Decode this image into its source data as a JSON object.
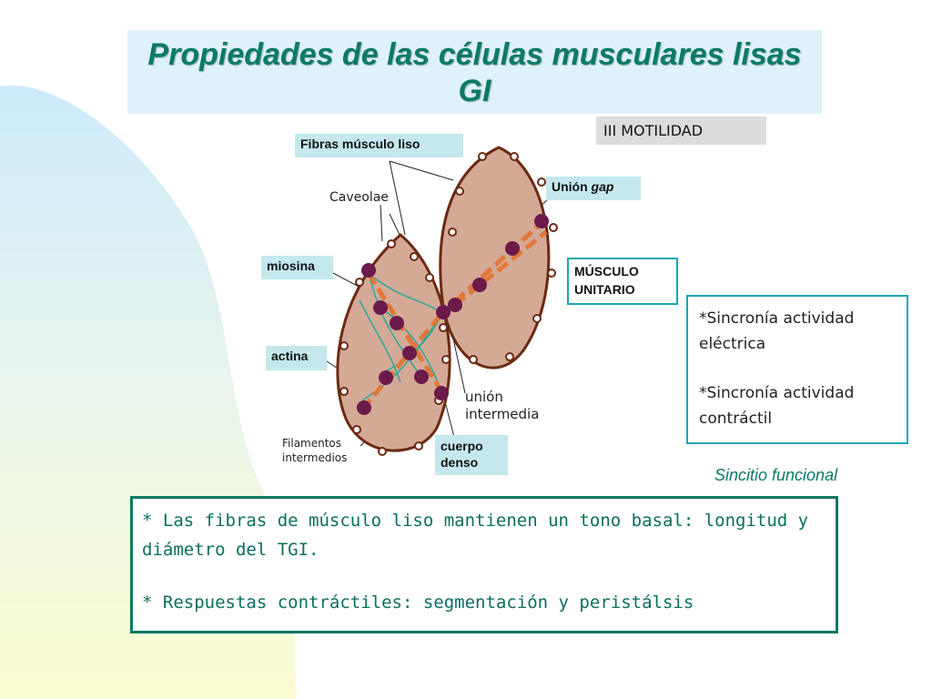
{
  "title": "Propiedades de las células musculares lisas GI",
  "section_tag": "III MOTILIDAD",
  "diagram": {
    "labels": {
      "fibras": "Fibras músculo liso",
      "caveolae": "Caveolae",
      "union_gap_prefix": "Unión",
      "union_gap_italic": "gap",
      "miosina": "miosina",
      "actina": "actina",
      "filamentos_line1": "Filamentos",
      "filamentos_line2": "intermedios",
      "union_intermedia_line1": "unión",
      "union_intermedia_line2": "intermedia",
      "cuerpo_line1": "cuerpo",
      "cuerpo_line2": "denso"
    },
    "colors": {
      "cell_fill": "#d4aa96",
      "cell_stroke": "#6b2a12",
      "dense_body": "#6b1a4a",
      "myosin": "#e0783a",
      "actin": "#2aa89a"
    }
  },
  "musculo_unitario": {
    "line1": "MÚSCULO",
    "line2": "UNITARIO"
  },
  "sincronia": [
    "*Sincronía actividad eléctrica",
    "*Sincronía actividad contráctil"
  ],
  "sincitio": "Sincitio funcional",
  "bullets": [
    "* Las fibras de músculo liso mantienen un tono basal: longitud y diámetro del TGI.",
    "* Respuestas contráctiles: segmentación y peristálsis"
  ],
  "theme": {
    "accent": "#0b7a66",
    "box_border": "#1aa6b7",
    "title_bg": "#dff1fb"
  }
}
